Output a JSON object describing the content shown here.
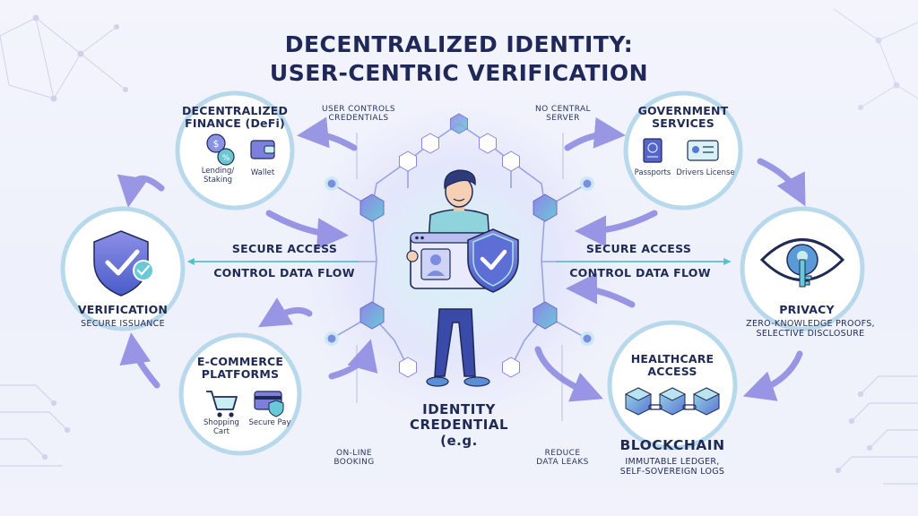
{
  "title": {
    "line1": "DECENTRALIZED IDENTITY:",
    "line2": "USER-CENTRIC VERIFICATION"
  },
  "annotations": {
    "user_controls": [
      "USER CONTROLS",
      "CREDENTIALS"
    ],
    "no_central": [
      "NO CENTRAL",
      "SERVER"
    ],
    "online_booking": [
      "ON-LINE",
      "BOOKING"
    ],
    "reduce_leaks": [
      "REDUCE",
      "DATA LEAKS"
    ]
  },
  "flows": {
    "left_secure": "SECURE ACCESS",
    "left_control": "CONTROL DATA FLOW",
    "right_secure": "SECURE ACCESS",
    "right_control": "CONTROL DATA FLOW"
  },
  "nodes": {
    "defi": {
      "title": [
        "DECENTRALIZED",
        "FINANCE (DeFi)"
      ],
      "items": [
        {
          "icon": "coins-icon",
          "label": [
            "Lending/",
            "Staking"
          ]
        },
        {
          "icon": "wallet-icon",
          "label": [
            "Wallet"
          ]
        }
      ]
    },
    "government": {
      "title": [
        "GOVERNMENT",
        "SERVICES"
      ],
      "items": [
        {
          "icon": "passport-icon",
          "label": [
            "Passports"
          ]
        },
        {
          "icon": "drivers-license-icon",
          "label": [
            "Drivers License"
          ]
        }
      ]
    },
    "verification": {
      "title": "VERIFICATION",
      "subtitle": "SECURE ISSUANCE"
    },
    "privacy": {
      "title": "PRIVACY",
      "subtitle": [
        "ZERO-KNOWLEDGE PROOFS,",
        "SELECTIVE DISCLOSURE"
      ]
    },
    "ecommerce": {
      "title": [
        "E-COMMERCE",
        "PLATFORMS"
      ],
      "items": [
        {
          "icon": "shopping-cart-icon",
          "label": [
            "Shopping",
            "Cart"
          ]
        },
        {
          "icon": "secure-pay-icon",
          "label": [
            "Secure Pay"
          ]
        }
      ]
    },
    "healthcare": {
      "title": [
        "HEALTHCARE",
        "ACCESS"
      ]
    }
  },
  "center": {
    "label": [
      "IDENTITY",
      "CREDENTIAL",
      "(e.g."
    ]
  },
  "blockchain": {
    "title": "BLOCKCHAIN",
    "subtitle": [
      "IMMUTABLE LEDGER,",
      "SELF-SOVEREIGN LOGS"
    ]
  },
  "colors": {
    "navy": "#1f2a55",
    "purple": "#7b73d9",
    "teal": "#4fc3c8",
    "light_teal": "#a9e6e6"
  }
}
